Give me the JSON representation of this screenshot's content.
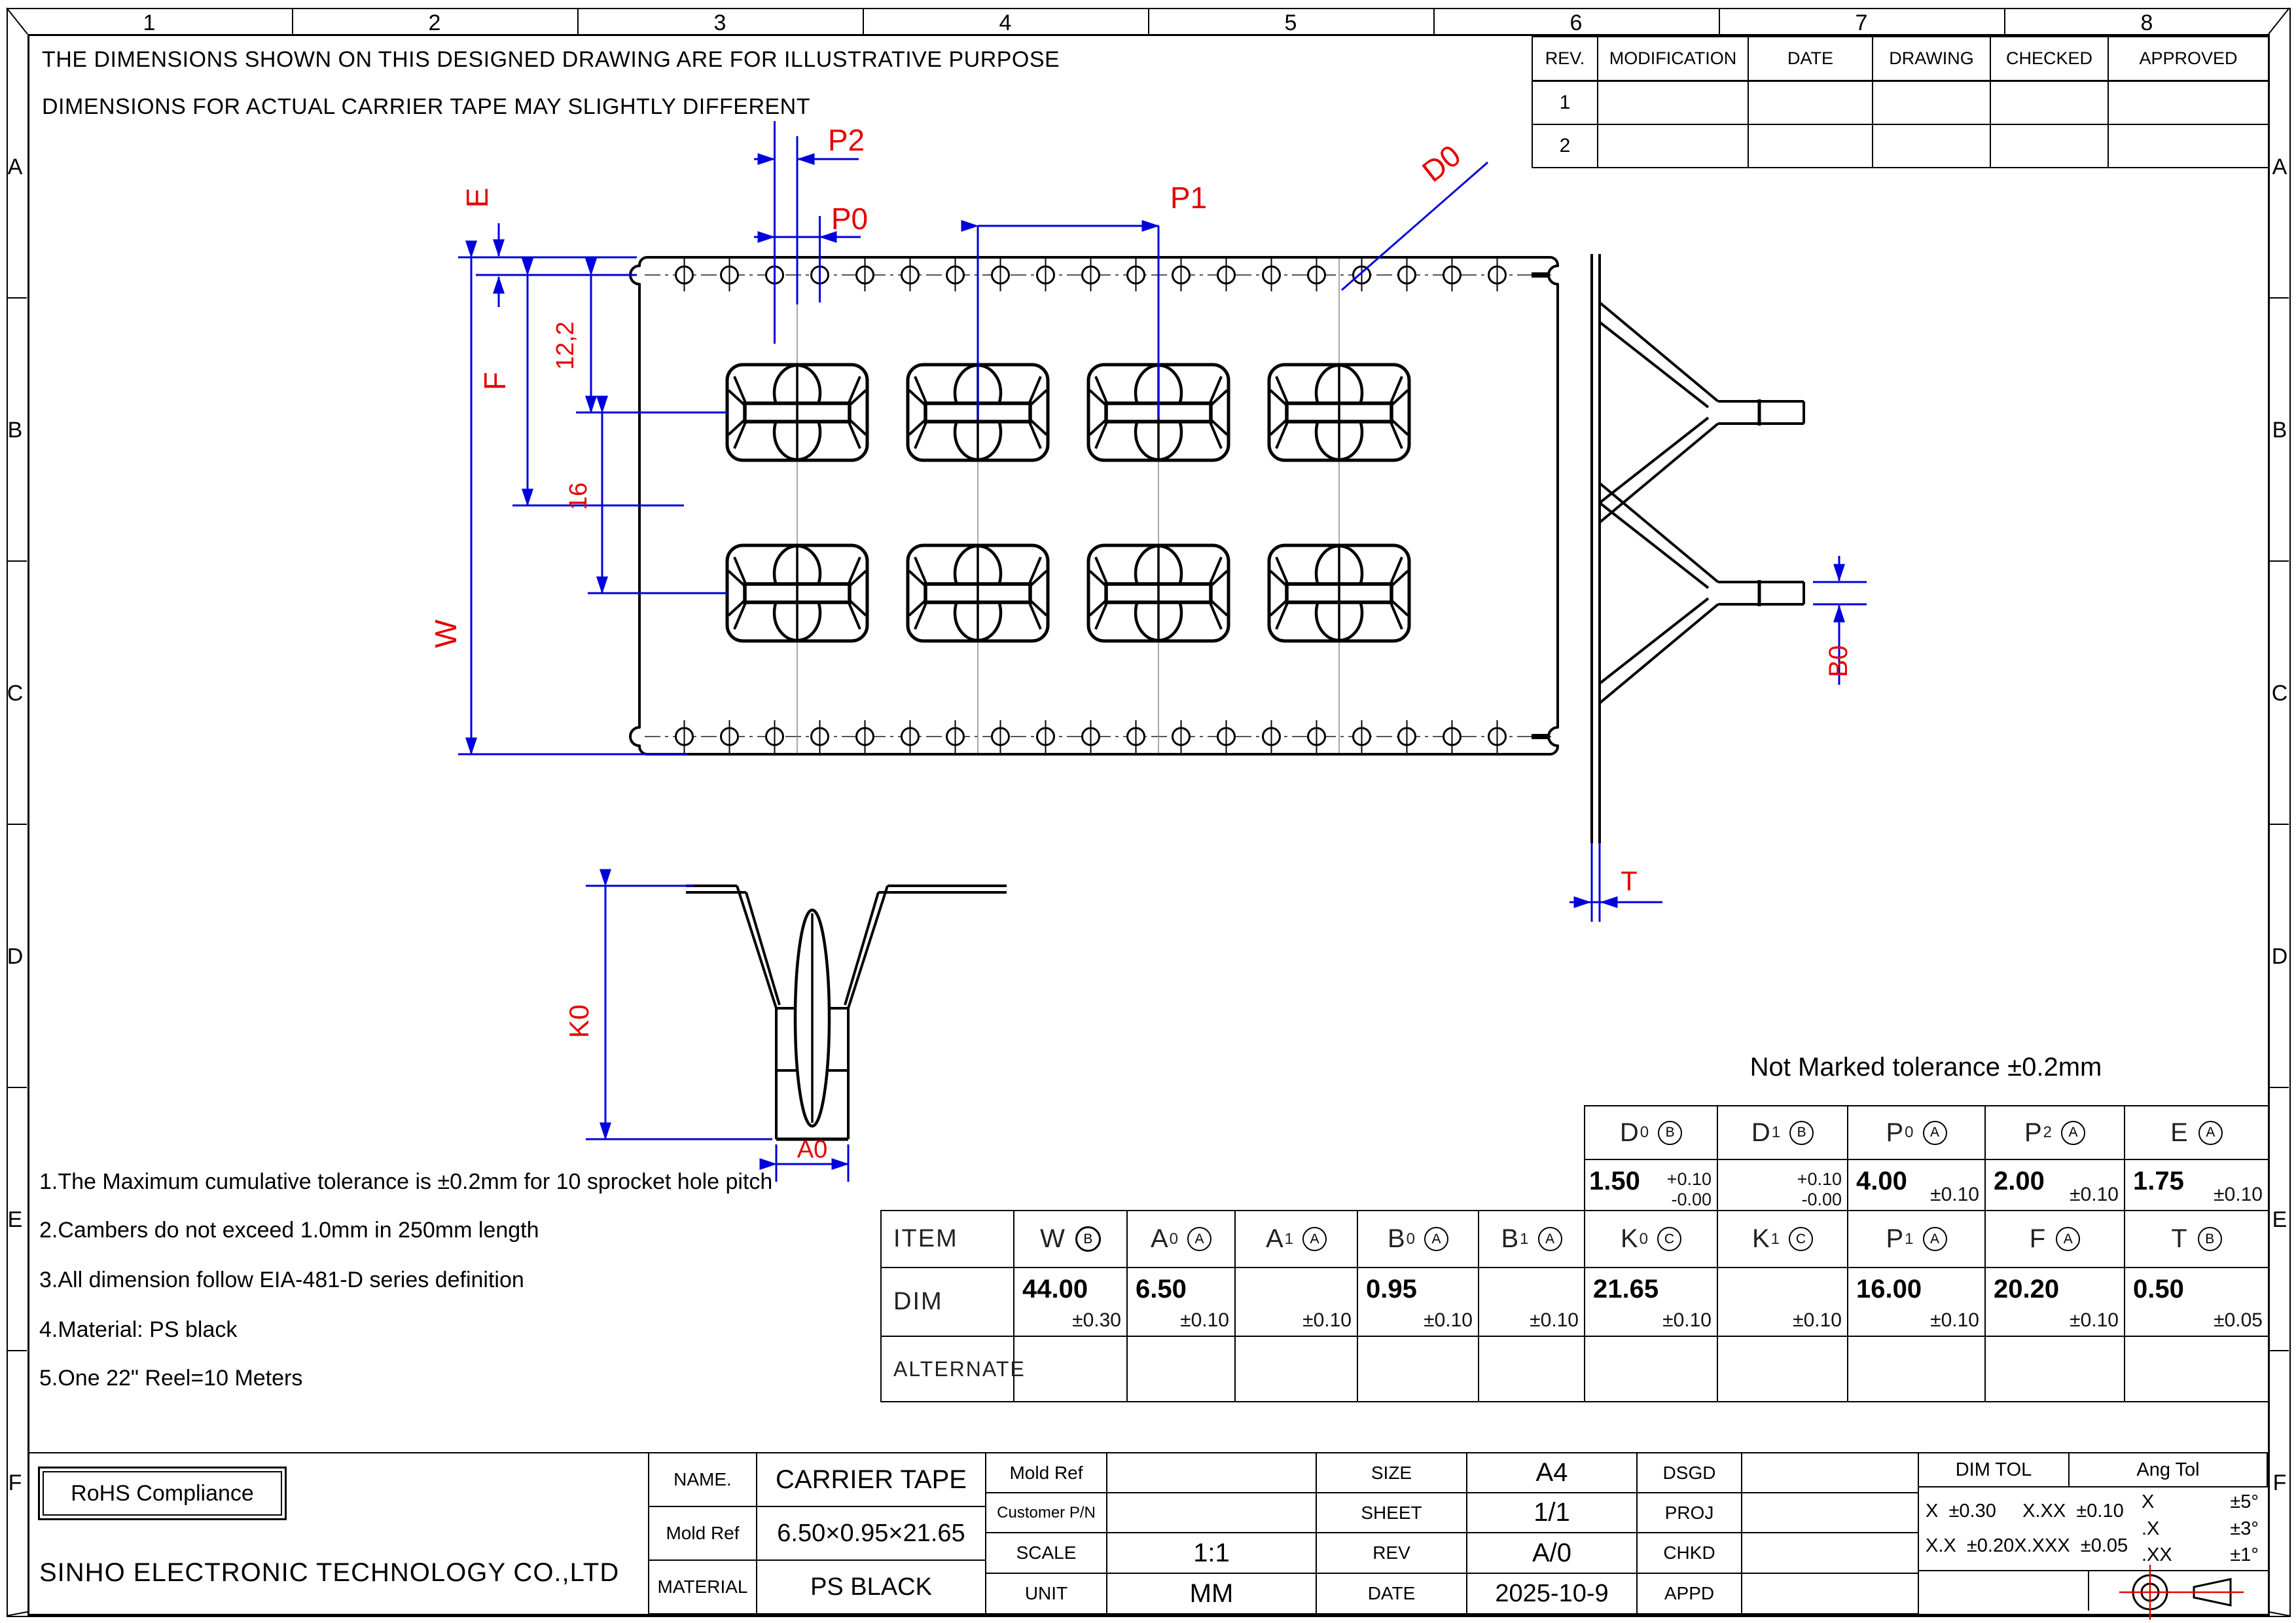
{
  "sheet": {
    "top_notes": [
      "THE DIMENSIONS SHOWN ON THIS DESIGNED DRAWING ARE FOR ILLUSTRATIVE PURPOSE",
      "DIMENSIONS FOR ACTUAL CARRIER TAPE MAY SLIGHTLY DIFFERENT"
    ],
    "grid": {
      "cols": [
        "1",
        "2",
        "3",
        "4",
        "5",
        "6",
        "7",
        "8"
      ],
      "rows": [
        "A",
        "B",
        "C",
        "D",
        "E",
        "F"
      ]
    }
  },
  "revision_table": {
    "headers": [
      "REV.",
      "MODIFICATION",
      "DATE",
      "DRAWING",
      "CHECKED",
      "APPROVED"
    ],
    "rows": [
      "1",
      "2"
    ]
  },
  "drawing_labels": {
    "E": "E",
    "P2": "P2",
    "P0": "P0",
    "P1": "P1",
    "D0": "D0",
    "W": "W",
    "F": "F",
    "dim_12_2": "12,2",
    "dim_16": "16",
    "K0": "K0",
    "A0": "A0",
    "B0": "B0",
    "T": "T"
  },
  "tolerance_note": "Not Marked tolerance ±0.2mm",
  "upper_table": {
    "columns": [
      {
        "letter": "D",
        "sub": "0",
        "circle": "B",
        "value": "1.50",
        "tol_plus": "+0.10",
        "tol_minus": "-0.00"
      },
      {
        "letter": "D",
        "sub": "1",
        "circle": "B",
        "value": "",
        "tol_plus": "+0.10",
        "tol_minus": "-0.00"
      },
      {
        "letter": "P",
        "sub": "0",
        "circle": "A",
        "value": "4.00",
        "tol": "±0.10"
      },
      {
        "letter": "P",
        "sub": "2",
        "circle": "A",
        "value": "2.00",
        "tol": "±0.10"
      },
      {
        "letter": "E",
        "sub": "",
        "circle": "A",
        "value": "1.75",
        "tol": "±0.10"
      }
    ]
  },
  "main_table": {
    "row_labels": [
      "ITEM",
      "DIM",
      "ALTERNATE"
    ],
    "columns": [
      {
        "letter": "W",
        "sub": "",
        "circle": "B",
        "value": "44.00",
        "tol": "±0.30"
      },
      {
        "letter": "A",
        "sub": "0",
        "circle": "A",
        "value": "6.50",
        "tol": "±0.10"
      },
      {
        "letter": "A",
        "sub": "1",
        "circle": "A",
        "value": "",
        "tol": "±0.10"
      },
      {
        "letter": "B",
        "sub": "0",
        "circle": "A",
        "value": "0.95",
        "tol": "±0.10"
      },
      {
        "letter": "B",
        "sub": "1",
        "circle": "A",
        "value": "",
        "tol": "±0.10"
      },
      {
        "letter": "K",
        "sub": "0",
        "circle": "C",
        "value": "21.65",
        "tol": "±0.10"
      },
      {
        "letter": "K",
        "sub": "1",
        "circle": "C",
        "value": "",
        "tol": "±0.10"
      },
      {
        "letter": "P",
        "sub": "1",
        "circle": "A",
        "value": "16.00",
        "tol": "±0.10"
      },
      {
        "letter": "F",
        "sub": "",
        "circle": "A",
        "value": "20.20",
        "tol": "±0.10"
      },
      {
        "letter": "T",
        "sub": "",
        "circle": "B",
        "value": "0.50",
        "tol": "±0.05"
      }
    ]
  },
  "notes": [
    "1.The Maximum cumulative tolerance is ±0.2mm for 10 sprocket hole pitch",
    "2.Cambers do not exceed 1.0mm in 250mm length",
    "3.All dimension follow EIA-481-D series definition",
    "4.Material: PS black",
    "5.One 22\" Reel=10 Meters"
  ],
  "title_block": {
    "rohs": "RoHS Compliance",
    "company": "SINHO ELECTRONIC TECHNOLOGY CO.,LTD",
    "name_label": "NAME.",
    "name": "CARRIER TAPE",
    "mold_ref_label": "Mold Ref",
    "mold_ref": "6.50×0.95×21.65",
    "material_label": "MATERIAL",
    "material": "PS BLACK",
    "mold_ref2_label": "Mold Ref",
    "mold_ref2": "",
    "customer_pn_label": "Customer P/N",
    "customer_pn": "",
    "scale_label": "SCALE",
    "scale": "1:1",
    "unit_label": "UNIT",
    "unit": "MM",
    "size_label": "SIZE",
    "size": "A4",
    "sheet_label": "SHEET",
    "sheet": "1/1",
    "rev_label": "REV",
    "rev": "A/0",
    "date_label": "DATE",
    "date": "2025-10-9",
    "dsgd_label": "DSGD",
    "proj_label": "PROJ",
    "chkd_label": "CHKD",
    "appd_label": "APPD",
    "dim_tol_label": "DIM TOL",
    "ang_tol_label": "Ang Tol",
    "dim_tol": [
      {
        "label": "X",
        "val": "±0.30"
      },
      {
        "label": "X.XX",
        "val": "±0.10"
      },
      {
        "label": "X.X",
        "val": "±0.20"
      },
      {
        "label": "X.XXX",
        "val": "±0.05"
      }
    ],
    "ang_tol": [
      {
        "label": "X",
        "val": "±5°"
      },
      {
        "label": ".X",
        "val": "±3°"
      },
      {
        "label": ".XX",
        "val": "±1°"
      }
    ]
  },
  "colors": {
    "dim_line": "#0000dd",
    "label": "#e60000",
    "line": "#000000"
  }
}
